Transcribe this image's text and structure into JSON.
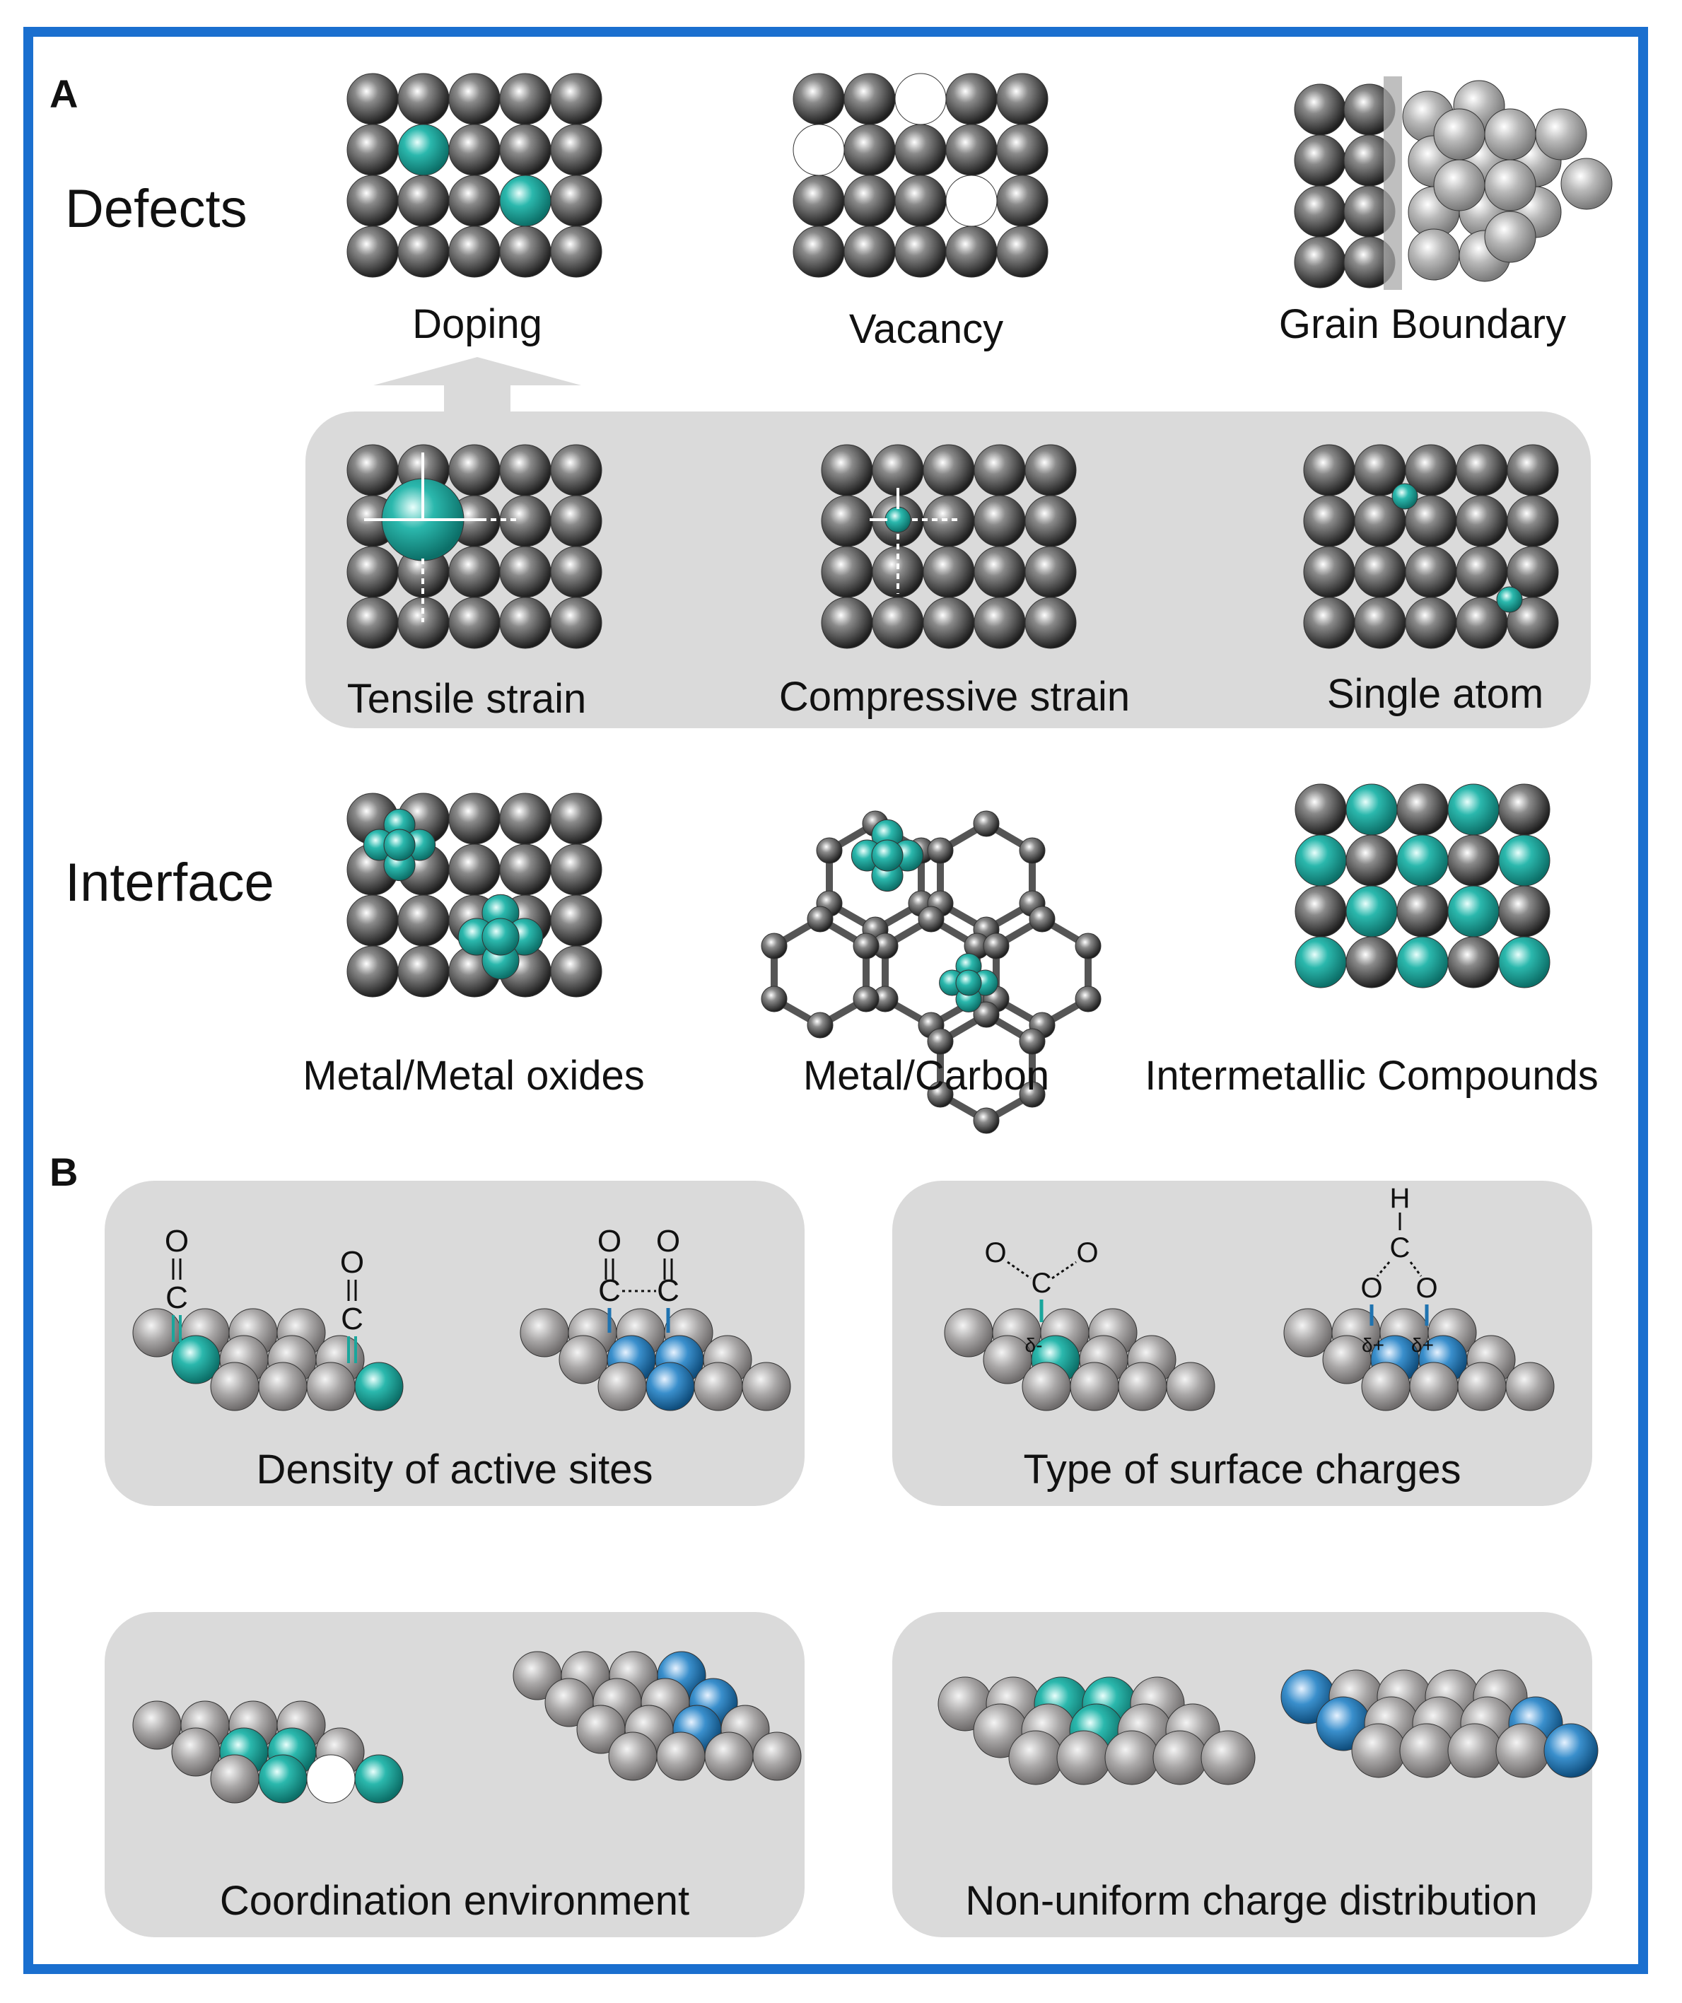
{
  "panel_a": {
    "letter": "A",
    "row_labels": {
      "defects": "Defects",
      "interface": "Interface"
    },
    "defects": [
      "Doping",
      "Vacancy",
      "Grain Boundary"
    ],
    "strain": [
      "Tensile strain",
      "Compressive strain",
      "Single atom"
    ],
    "interface": [
      "Metal/Metal oxides",
      "Metal/Carbon",
      "Intermetallic Compounds"
    ]
  },
  "panel_b": {
    "letter": "B",
    "boxes": [
      "Density of active sites",
      "Type of surface charges",
      "Coordination environment",
      "Non-uniform charge distribution"
    ],
    "chem": {
      "O": "O",
      "C": "C",
      "H": "H",
      "delta_minus": "δ-",
      "delta_plus": "δ+"
    }
  },
  "colors": {
    "frame": "#1a6fcf",
    "teal": "#1aa69c",
    "blue": "#1f73b0",
    "panel_bg": "#dadada",
    "dark_atom": "#2e2e2e",
    "light_atom": "#9a9a9a"
  }
}
